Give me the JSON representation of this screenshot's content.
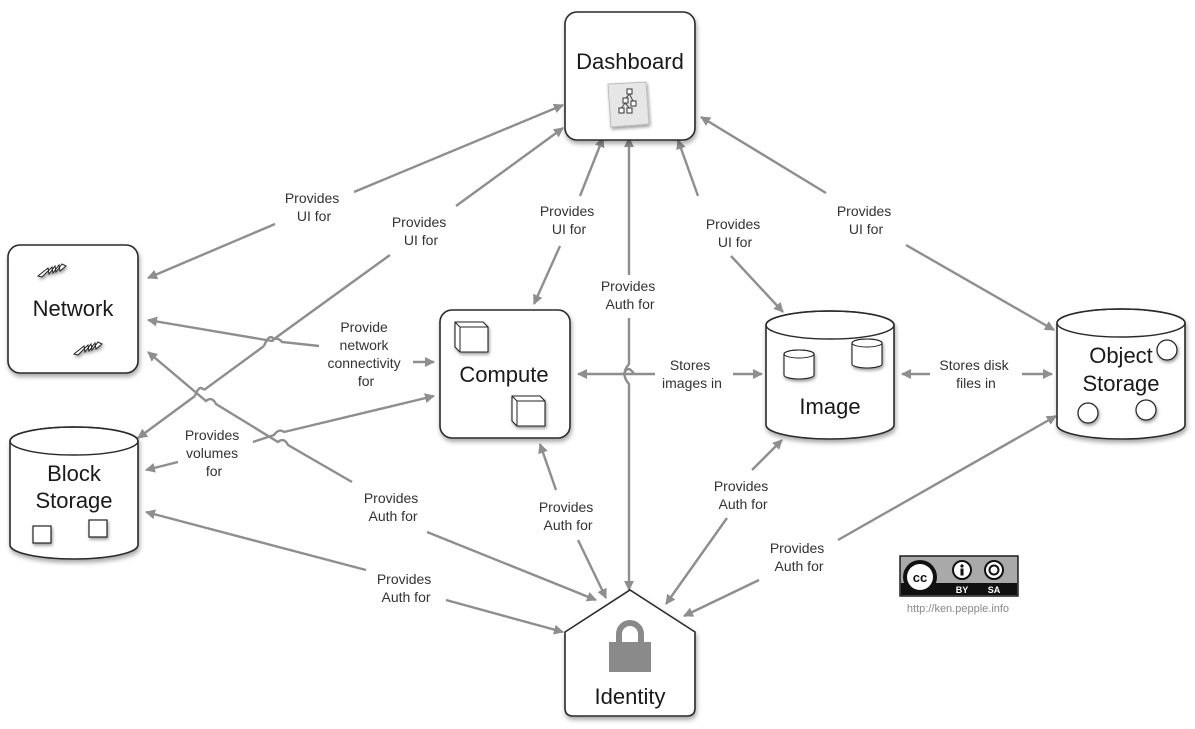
{
  "diagram": {
    "title": "OpenStack conceptual architecture",
    "nodes": {
      "dashboard": {
        "label": "Dashboard",
        "icon": "hierarchy-document-icon"
      },
      "network": {
        "label": "Network",
        "icon": "lightning-bolt-icon"
      },
      "block_storage": {
        "label_line1": "Block",
        "label_line2": "Storage",
        "icon": "square-block-icon"
      },
      "compute": {
        "label": "Compute",
        "icon": "cube-icon"
      },
      "image": {
        "label": "Image",
        "icon": "small-cylinder-icon"
      },
      "object_storage": {
        "label_line1": "Object",
        "label_line2": "Storage",
        "icon": "circle-object-icon"
      },
      "identity": {
        "label": "Identity",
        "icon": "padlock-icon"
      }
    },
    "edges": [
      {
        "from": "dashboard",
        "to": "network",
        "label": [
          "Provides",
          "UI for"
        ]
      },
      {
        "from": "dashboard",
        "to": "block_storage",
        "label": [
          "Provides",
          "UI for"
        ]
      },
      {
        "from": "dashboard",
        "to": "compute",
        "label": [
          "Provides",
          "UI for"
        ]
      },
      {
        "from": "identity",
        "to": "dashboard",
        "label": [
          "Provides",
          "Auth for"
        ]
      },
      {
        "from": "dashboard",
        "to": "image",
        "label": [
          "Provides",
          "UI for"
        ]
      },
      {
        "from": "dashboard",
        "to": "object_storage",
        "label": [
          "Provides",
          "UI for"
        ]
      },
      {
        "from": "compute",
        "to": "network",
        "label": [
          "Provide",
          "network",
          "connectivity",
          "for"
        ]
      },
      {
        "from": "block_storage",
        "to": "compute",
        "label": [
          "Provides",
          "volumes",
          "for"
        ]
      },
      {
        "from": "image",
        "to": "compute",
        "label": [
          "Stores",
          "images in"
        ]
      },
      {
        "from": "object_storage",
        "to": "image",
        "label": [
          "Stores disk",
          "files in"
        ]
      },
      {
        "from": "identity",
        "to": "network",
        "label": [
          "Provides",
          "Auth for"
        ]
      },
      {
        "from": "identity",
        "to": "block_storage",
        "label": [
          "Provides",
          "Auth for"
        ]
      },
      {
        "from": "identity",
        "to": "compute",
        "label": [
          "Provides",
          "Auth for"
        ]
      },
      {
        "from": "identity",
        "to": "image",
        "label": [
          "Provides",
          "Auth for"
        ]
      },
      {
        "from": "identity",
        "to": "object_storage",
        "label": [
          "Provides",
          "Auth for"
        ]
      }
    ],
    "license": {
      "badge_main": "cc",
      "badge_by": "BY",
      "badge_sa": "SA",
      "url_text": "http://ken.pepple.info"
    },
    "colors": {
      "edge": "#8e8e8e",
      "node_stroke": "#2a2a2a",
      "node_fill": "#ffffff",
      "icon_gray": "#888888"
    }
  }
}
